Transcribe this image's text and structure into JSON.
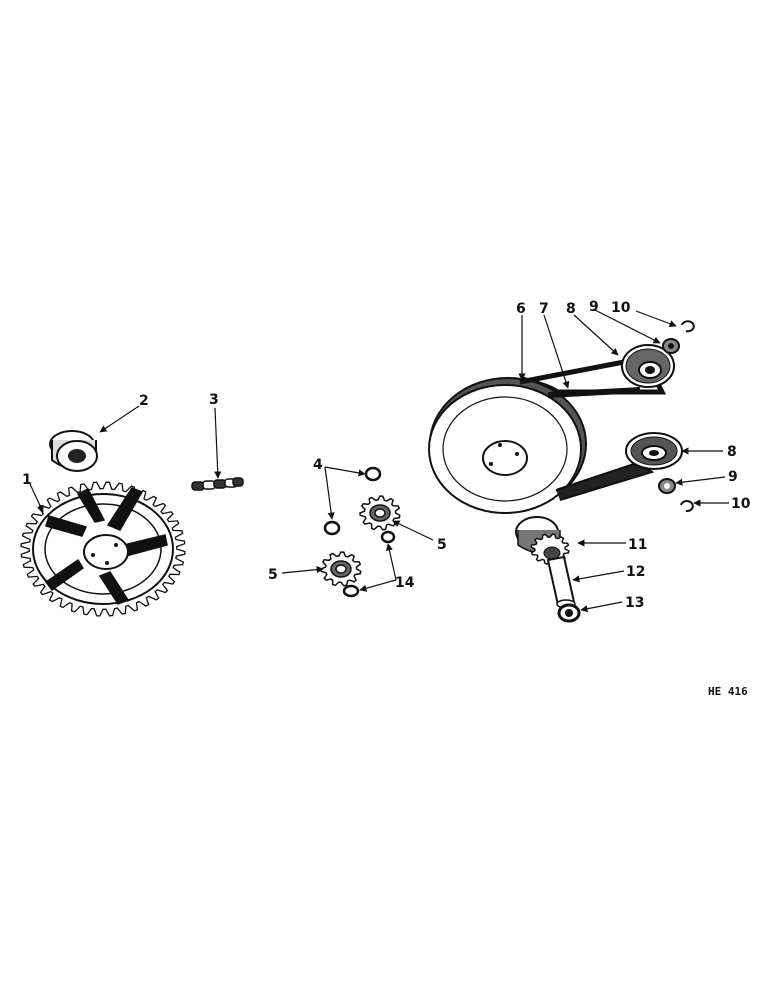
{
  "callouts": {
    "c1": "1",
    "c2": "2",
    "c3": "3",
    "c4": "4",
    "c5a": "5",
    "c5b": "5",
    "c6": "6",
    "c7": "7",
    "c8a": "8",
    "c8b": "8",
    "c9a": "9",
    "c9b": "9",
    "c10a": "10",
    "c10b": "10",
    "c11": "11",
    "c12": "12",
    "c13": "13",
    "c14": "14"
  },
  "figure_ref": "HE 416",
  "colors": {
    "ink": "#111111",
    "paper": "#ffffff"
  }
}
